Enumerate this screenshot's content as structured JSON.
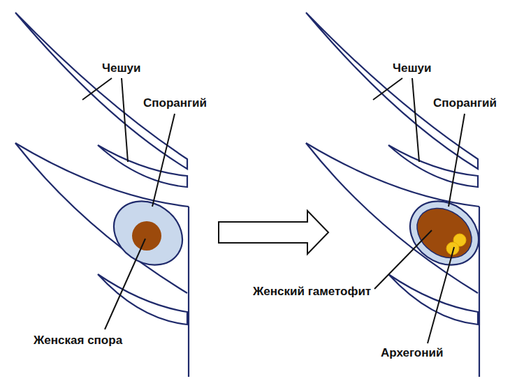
{
  "diagram": {
    "labels": [
      "Чешуи",
      "Спорангий",
      "Женская спора",
      "Чешуи",
      "Спорангий",
      "Женский гаметофит",
      "Архегоний"
    ]
  }
}
